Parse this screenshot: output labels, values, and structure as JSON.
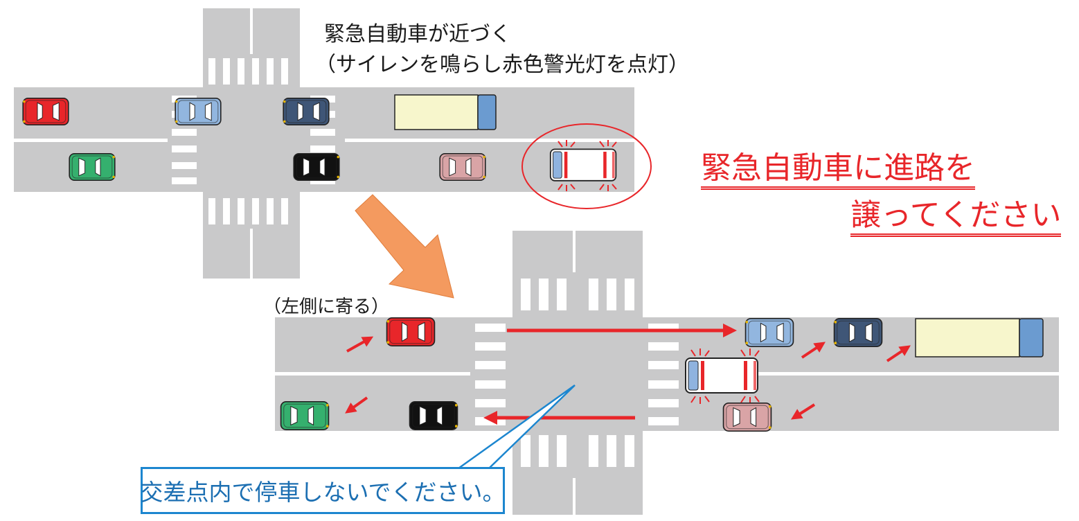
{
  "texts": {
    "approach_line1": "緊急自動車が近づく",
    "approach_line2": "（サイレンを鳴らし赤色警光灯を点灯）",
    "keep_left": "（左側に寄る）",
    "message_line1": "緊急自動車に進路を",
    "message_line2": "譲ってください",
    "callout": "交差点内で停車しないでください。"
  },
  "colors": {
    "road": "#c9c9ca",
    "road_marking": "#ffffff",
    "highlight_red": "#e8262a",
    "transition_arrow": "#f49a5f",
    "callout_blue": "#1c86cf",
    "truck_box": "#f7f6cc",
    "truck_cab": "#6b9bd0"
  },
  "vehicles": [
    {
      "id": "top-red-car",
      "color": "#e8262a",
      "scene": "before"
    },
    {
      "id": "top-lightblue-car",
      "color": "#92b6df",
      "scene": "before"
    },
    {
      "id": "top-navy-car",
      "color": "#3f5677",
      "scene": "before"
    },
    {
      "id": "top-truck",
      "color": "#f7f6cc",
      "scene": "before"
    },
    {
      "id": "top-green-car",
      "color": "#35b06e",
      "scene": "before"
    },
    {
      "id": "top-black-car",
      "color": "#111111",
      "scene": "before"
    },
    {
      "id": "top-pink-car",
      "color": "#d9a4a6",
      "scene": "before"
    },
    {
      "id": "top-ambulance",
      "color": "#ffffff",
      "scene": "before"
    },
    {
      "id": "bottom-red-car",
      "color": "#e8262a",
      "scene": "after"
    },
    {
      "id": "bottom-lightblue-car",
      "color": "#92b6df",
      "scene": "after"
    },
    {
      "id": "bottom-navy-car",
      "color": "#3f5677",
      "scene": "after"
    },
    {
      "id": "bottom-truck",
      "color": "#f7f6cc",
      "scene": "after"
    },
    {
      "id": "bottom-ambulance",
      "color": "#ffffff",
      "scene": "after"
    },
    {
      "id": "bottom-green-car",
      "color": "#35b06e",
      "scene": "after"
    },
    {
      "id": "bottom-black-car",
      "color": "#111111",
      "scene": "after"
    },
    {
      "id": "bottom-pink-car",
      "color": "#d9a4a6",
      "scene": "after"
    }
  ]
}
